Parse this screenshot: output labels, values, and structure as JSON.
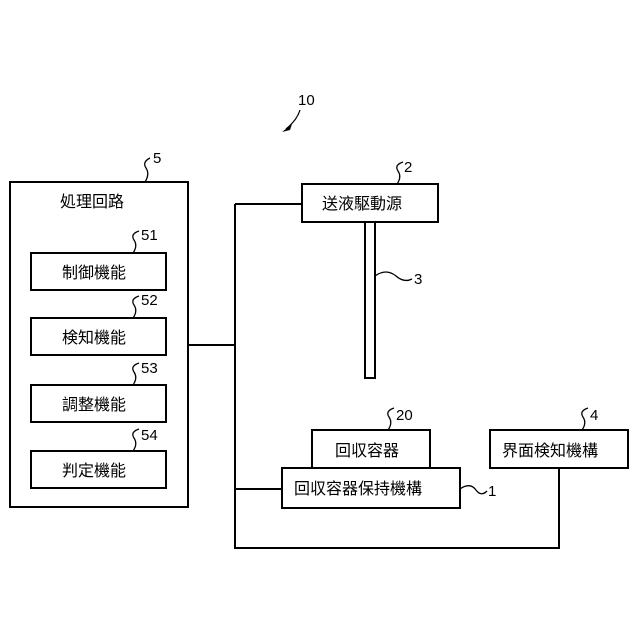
{
  "figure": {
    "system_ref": "10",
    "processing_circuit": {
      "label": "処理回路",
      "ref": "5",
      "functions": [
        {
          "label": "制御機能",
          "ref": "51"
        },
        {
          "label": "検知機能",
          "ref": "52"
        },
        {
          "label": "調整機能",
          "ref": "53"
        },
        {
          "label": "判定機能",
          "ref": "54"
        }
      ]
    },
    "pump": {
      "label": "送液駆動源",
      "ref": "2"
    },
    "tube": {
      "ref": "3"
    },
    "container": {
      "label": "回収容器",
      "ref": "20"
    },
    "holder": {
      "label": "回収容器保持機構",
      "ref": "1"
    },
    "interface_detector": {
      "label": "界面検知機構",
      "ref": "4"
    }
  }
}
